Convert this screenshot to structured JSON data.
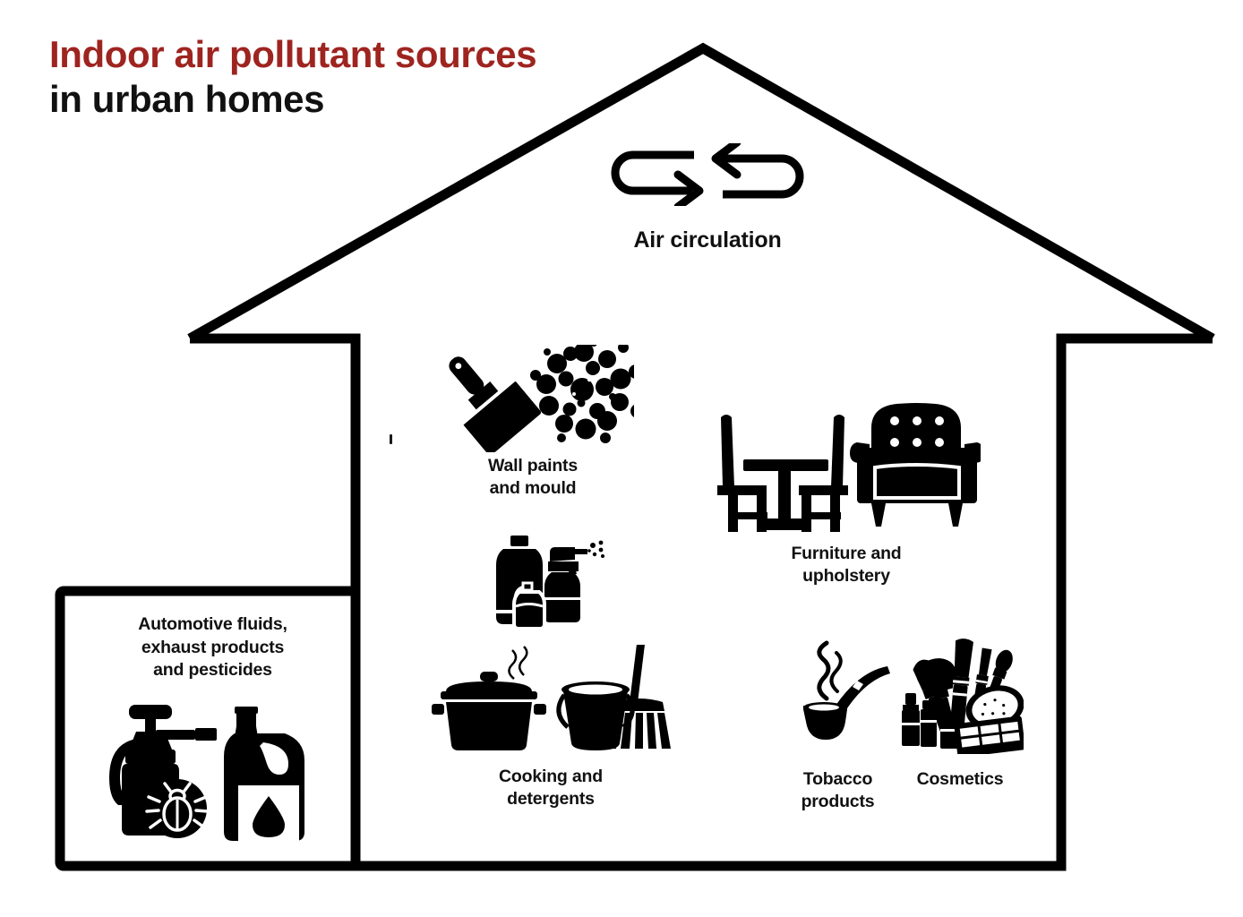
{
  "title": {
    "accent_text": "Indoor air pollutant sources",
    "rest_text": " in urban homes",
    "accent_color": "#9E2420",
    "text_color": "#111111"
  },
  "house": {
    "name": "house-outline",
    "stroke_color": "#000000"
  },
  "air_circulation": {
    "label": "Air circulation",
    "icon": "circulation-arrows-icon"
  },
  "sources": [
    {
      "id": "wall-paints",
      "label": "Wall paints\nand mould",
      "label_lines": [
        "Wall paints",
        "and mould"
      ],
      "icon": "paintbrush-and-mould-icon"
    },
    {
      "id": "furniture",
      "label": "Furniture and\nupholstery",
      "label_lines": [
        "Furniture and",
        "upholstery"
      ],
      "icon": "table-chairs-and-armchair-icon"
    },
    {
      "id": "cooking",
      "label": "Cooking and\ndetergents",
      "label_lines": [
        "Cooking and",
        "detergents"
      ],
      "icon": "pot-bucket-and-mop-icon",
      "secondary_icon": "cleaning-bottles-icon"
    },
    {
      "id": "tobacco",
      "label": "Tobacco\nproducts",
      "label_lines": [
        "Tobacco",
        "products"
      ],
      "icon": "smoking-pipe-icon"
    },
    {
      "id": "cosmetics",
      "label": "Cosmetics",
      "label_lines": [
        "Cosmetics"
      ],
      "icon": "makeup-brushes-and-palette-icon"
    }
  ],
  "garage": {
    "label": "Automotive fluids,\nexhaust products\nand pesticides",
    "label_lines": [
      "Automotive fluids,",
      "exhaust products",
      "and pesticides"
    ],
    "icon": "pesticide-sprayer-and-oil-jug-icon",
    "border_color": "#000000"
  }
}
